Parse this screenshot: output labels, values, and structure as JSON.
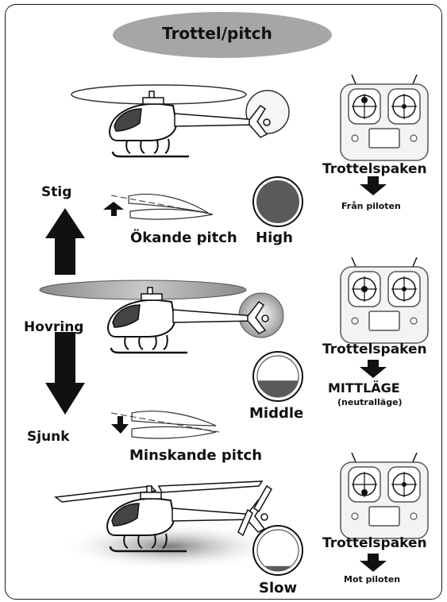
{
  "title": "Trottel/pitch",
  "labels": {
    "stig": "Stig",
    "hovring": "Hovring",
    "sjunk": "Sjunk",
    "okande_pitch": "Ökande pitch",
    "minskande_pitch": "Minskande pitch",
    "high": "High",
    "middle": "Middle",
    "slow": "Slow"
  },
  "transmitters": [
    {
      "stick_label": "Trottelspaken",
      "direction": "Från piloten",
      "note": ""
    },
    {
      "stick_label": "Trottelspaken",
      "direction": "MITTLÄGE",
      "note": "(neutralläge)"
    },
    {
      "stick_label": "Trottelspaken",
      "direction": "Mot piloten",
      "note": ""
    }
  ],
  "gauge_levels": {
    "high": 1.0,
    "middle": 0.4,
    "slow": 0.12
  },
  "colors": {
    "title_fill": "#a6a6a6",
    "ink": "#111111",
    "gauge_dark": "#5a5a5a"
  }
}
